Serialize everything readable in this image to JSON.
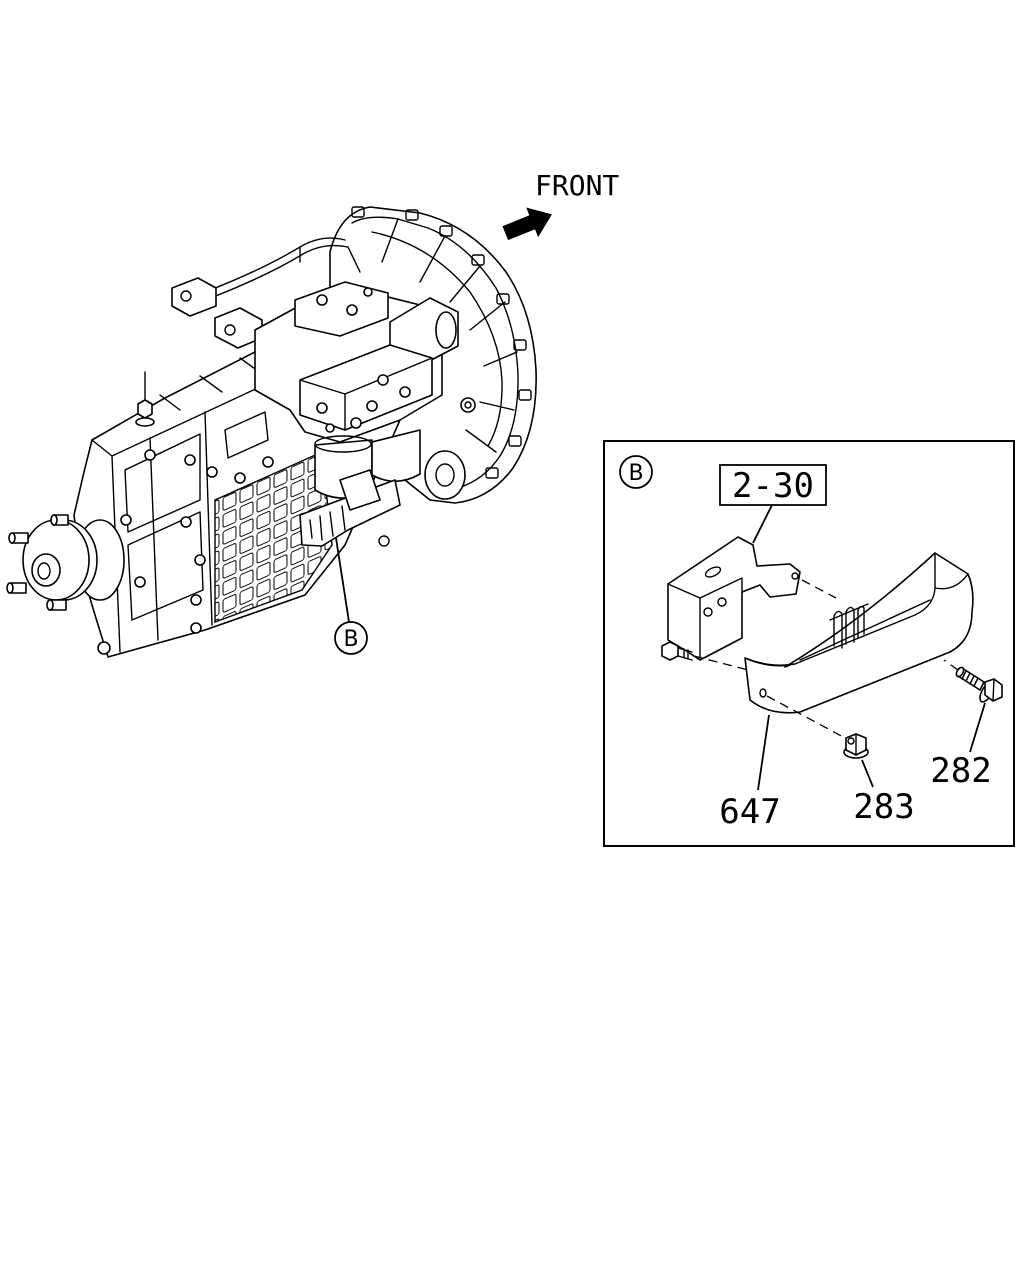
{
  "orientation": {
    "label": "FRONT",
    "arrow_icon": "direction-arrow-icon"
  },
  "main_view": {
    "callout": "B"
  },
  "detail": {
    "callout": "B",
    "reference": "2-30",
    "parts": [
      {
        "number": "647"
      },
      {
        "number": "283"
      },
      {
        "number": "282"
      }
    ]
  }
}
